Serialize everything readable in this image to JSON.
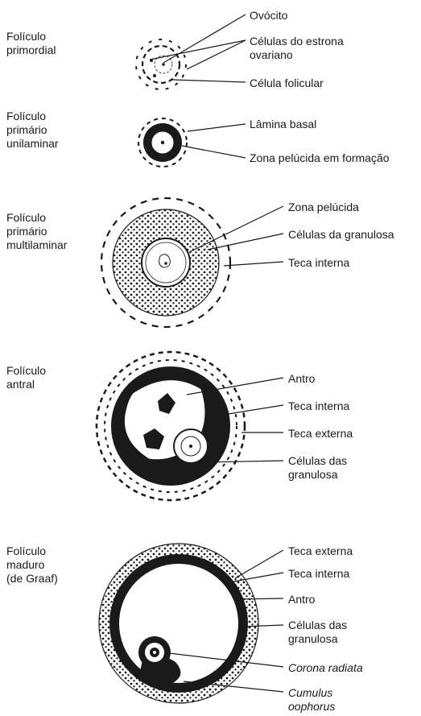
{
  "stages": [
    {
      "name": "Folículo\nprimordial",
      "labels": [
        "Ovócito",
        "Células do estrona\novariano",
        "Célula folicular"
      ]
    },
    {
      "name": "Folículo\nprimário\nunilaminar",
      "labels": [
        "Lâmina basal",
        "Zona pelúcida em formação"
      ]
    },
    {
      "name": "Folículo\nprimário\nmultilaminar",
      "labels": [
        "Zona pelúcida",
        "Células da granulosa",
        "Teca interna"
      ]
    },
    {
      "name": "Folículo\nantral",
      "labels": [
        "Antro",
        "Teca interna",
        "Teca externa",
        "Células das\ngranulosa"
      ]
    },
    {
      "name": "Folículo\nmaduro\n(de Graaf)",
      "labels": [
        "Teca externa",
        "Teca interna",
        "Antro",
        "Células das\ngranulosa",
        "Corona radiata",
        "Cumulus\noophorus"
      ]
    }
  ]
}
